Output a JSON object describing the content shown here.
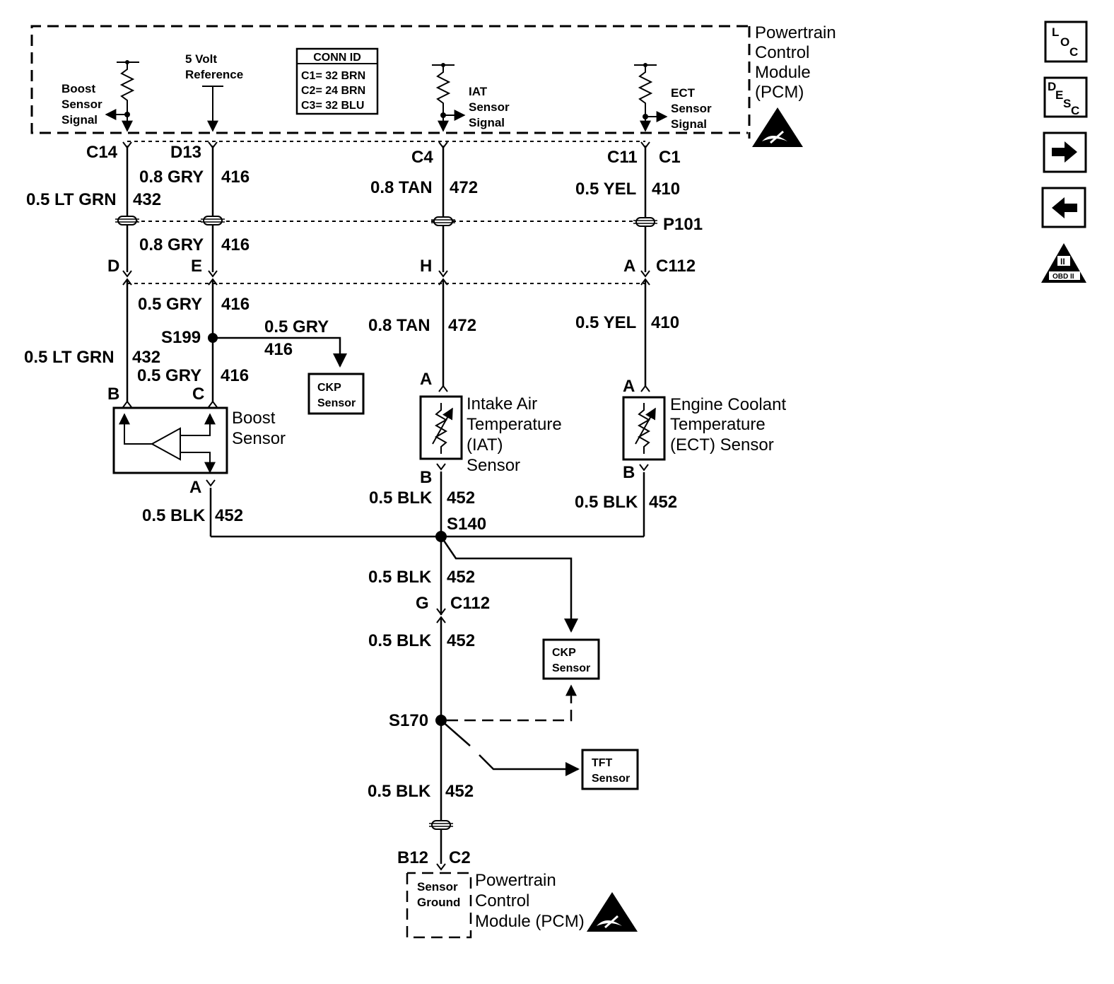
{
  "pcm_top": {
    "title_lines": [
      "Powertrain",
      "Control",
      "Module",
      "(PCM)"
    ],
    "conn_id": {
      "title": "CONN ID",
      "rows": [
        "C1= 32 BRN",
        "C2= 24 BRN",
        "C3= 32 BLU"
      ]
    },
    "circuits": {
      "boost": [
        "Boost",
        "Sensor",
        "Signal"
      ],
      "ref": [
        "5 Volt",
        "Reference"
      ],
      "iat": [
        "IAT",
        "Sensor",
        "Signal"
      ],
      "ect": [
        "ECT",
        "Sensor",
        "Signal"
      ]
    },
    "pins": {
      "boost": "C14",
      "ref": "D13",
      "iat": "C4",
      "ect": "C11",
      "ect_conn": "C1"
    }
  },
  "wires_upper": {
    "boost": {
      "size_color": "0.5 LT GRN",
      "circuit": "432"
    },
    "ref": {
      "size_color": "0.8 GRY",
      "circuit": "416"
    },
    "iat": {
      "size_color": "0.8 TAN",
      "circuit": "472"
    },
    "ect": {
      "size_color": "0.5 YEL",
      "circuit": "410"
    },
    "ref_lower": {
      "size_color": "0.8 GRY",
      "circuit": "416"
    }
  },
  "connectors": {
    "p101": "P101",
    "c112": {
      "name": "C112",
      "pins": {
        "boost": "D",
        "ref": "E",
        "iat": "H",
        "ect": "A"
      }
    }
  },
  "wires_mid": {
    "ref": {
      "size_color": "0.5 GRY",
      "circuit": "416"
    },
    "iat": {
      "size_color": "0.8 TAN",
      "circuit": "472"
    },
    "ect": {
      "size_color": "0.5 YEL",
      "circuit": "410"
    },
    "boost": {
      "size_color": "0.5 LT GRN",
      "circuit": "432"
    },
    "ref_sensor": {
      "size_color": "0.5 GRY",
      "circuit": "416"
    },
    "ckp_branch": {
      "size_color": "0.5 GRY",
      "circuit": "416"
    }
  },
  "splices": {
    "s199": "S199",
    "s140": "S140",
    "s170": "S170"
  },
  "ckp_box": [
    "CKP",
    "Sensor"
  ],
  "tft_box": [
    "TFT",
    "Sensor"
  ],
  "boost_sensor": {
    "name_lines": [
      "Boost",
      "Sensor"
    ],
    "pins": {
      "signal": "B",
      "ref": "C",
      "ground": "A"
    }
  },
  "iat_sensor": {
    "name_lines": [
      "Intake Air",
      "Temperature",
      "(IAT)",
      "Sensor"
    ],
    "pins": {
      "top": "A",
      "bottom": "B"
    }
  },
  "ect_sensor": {
    "name_lines": [
      "Engine Coolant",
      "Temperature",
      "(ECT) Sensor"
    ],
    "pins": {
      "top": "A",
      "bottom": "B"
    }
  },
  "ground_wires": {
    "boost": {
      "size_color": "0.5 BLK",
      "circuit": "452"
    },
    "iat": {
      "size_color": "0.5 BLK",
      "circuit": "452"
    },
    "ect": {
      "size_color": "0.5 BLK",
      "circuit": "452"
    },
    "trunk1": {
      "size_color": "0.5 BLK",
      "circuit": "452"
    },
    "trunk2": {
      "size_color": "0.5 BLK",
      "circuit": "452"
    },
    "trunk3": {
      "size_color": "0.5 BLK",
      "circuit": "452"
    }
  },
  "c112_ground": {
    "pin": "G",
    "name": "C112"
  },
  "pcm_bottom": {
    "pin": "B12",
    "conn": "C2",
    "ground_lines": [
      "Sensor",
      "Ground"
    ],
    "title_lines": [
      "Powertrain",
      "Control",
      "Module (PCM)"
    ]
  },
  "nav": {
    "loc": [
      "L",
      "O",
      "C"
    ],
    "desc": [
      "D",
      "E",
      "S",
      "C"
    ],
    "next": "right-arrow-icon",
    "prev": "left-arrow-icon",
    "obd": [
      "II",
      "OBD II"
    ]
  }
}
